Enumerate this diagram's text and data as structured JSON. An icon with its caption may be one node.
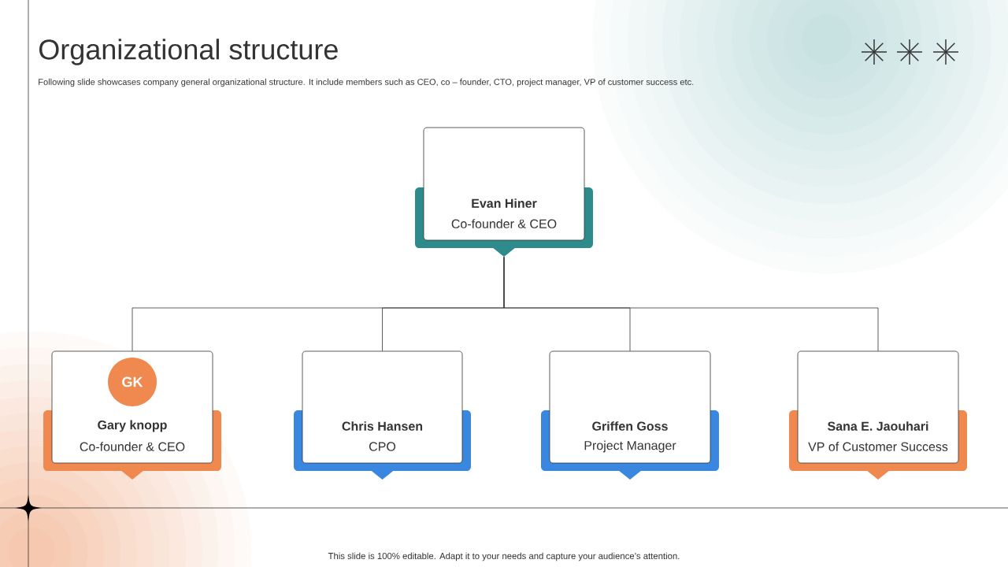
{
  "diagram": {
    "title": "Organizational structure",
    "nodes": [
      {
        "text": [
          "**Evan Hiner**",
          "Co-founder & CEO"
        ]
      },
      {
        "text": [
          "**Gary knopp**",
          "Co-founder & CEO"
        ]
      },
      {
        "text": [
          "GK"
        ],
        "in": 1
      },
      {
        "text": [
          "**Chris Hansen**",
          "CPO"
        ]
      },
      {
        "text": [
          "**Griffen Goss**",
          "Project Manager"
        ]
      },
      {
        "text": [
          "**Sana E. Jaouhari**",
          "VP of Customer Success"
        ]
      }
    ],
    "edges": [
      {
        "from": 0,
        "to": 1,
        "arrow": "none"
      },
      {
        "from": 0,
        "to": 3,
        "arrow": "none"
      },
      {
        "from": 0,
        "to": 4,
        "arrow": "none"
      },
      {
        "from": 0,
        "to": 5,
        "arrow": "none"
      }
    ],
    "labels": [
      "Following slide showcases company general organizational structure. It include members such as CEO, co – founder, CTO, project manager, VP of customer success etc.",
      "This slide is 100% editable. Adapt it to your needs and capture your audience’s attention."
    ]
  }
}
